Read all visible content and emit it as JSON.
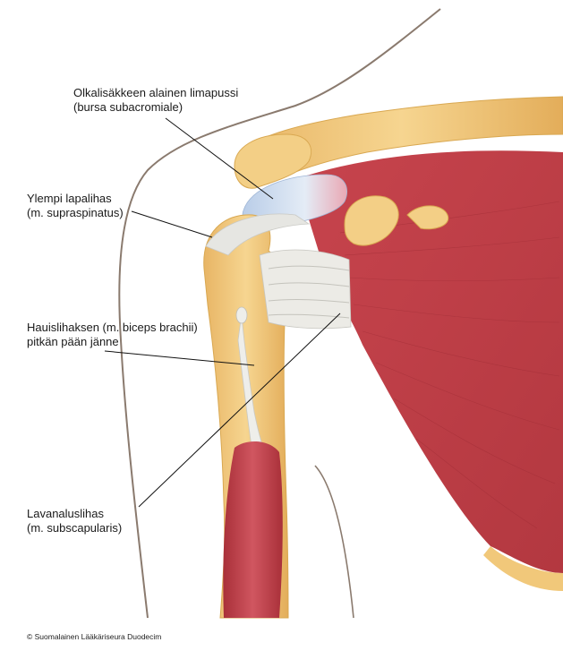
{
  "labels": {
    "bursa": {
      "line1": "Olkalisäkkeen alainen limapussi",
      "line2": "(bursa subacromiale)"
    },
    "supraspinatus": {
      "line1": "Ylempi lapalihas",
      "line2": "(m. supraspinatus)"
    },
    "biceps": {
      "line1": "Hauislihaksen (m. biceps brachii)",
      "line2": "pitkän pään jänne"
    },
    "subscapularis": {
      "line1": "Lavanaluslihas",
      "line2": "(m. subscapularis)"
    }
  },
  "copyright": "© Suomalainen Lääkäriseura Duodecim",
  "colors": {
    "muscle": "#c8434c",
    "muscle_dark": "#a8323b",
    "bone": "#f1c87a",
    "bone_edge": "#d9a851",
    "tendon": "#e6e6e2",
    "bursa": "#c9d9ee",
    "skin_outline": "#8a7a6e",
    "leader_line": "#111111"
  }
}
